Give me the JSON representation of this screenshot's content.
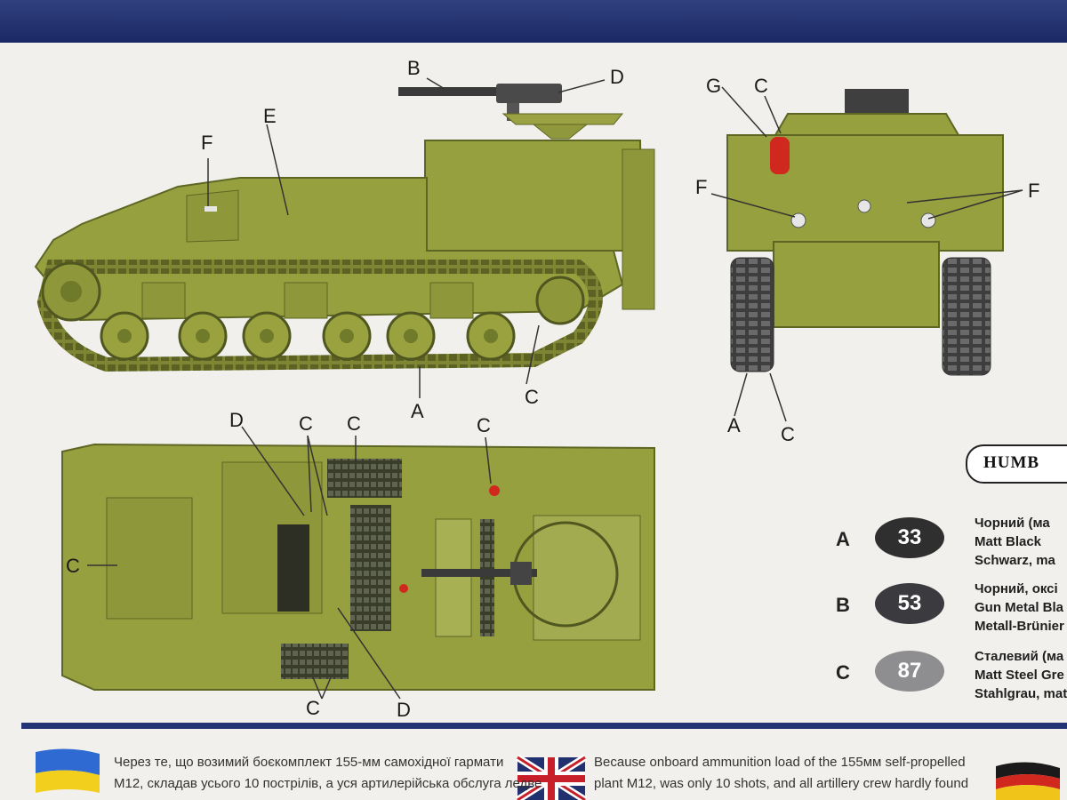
{
  "colors": {
    "hull": "#97a03e",
    "hull_dark": "#6f7a2a",
    "hull_light": "#b0b85a",
    "band": "#233476",
    "paint_33": "#2f2f2f",
    "paint_53": "#3b3b3f",
    "paint_87": "#8e8e91",
    "red": "#d0281e"
  },
  "side_view_labels": {
    "b": "B",
    "d": "D",
    "e": "E",
    "f": "F",
    "a": "A",
    "c": "C"
  },
  "rear_view_labels": {
    "g": "G",
    "c_top": "C",
    "f_left": "F",
    "f_right": "F",
    "a": "A",
    "c_bottom": "C"
  },
  "top_view_labels": {
    "d_top": "D",
    "c_top_1": "C",
    "c_top_2": "C",
    "c_top_3": "C",
    "c_left": "C",
    "c_bottom": "C",
    "d_bottom": "D"
  },
  "brand_name": "HUMB",
  "paint_legend": [
    {
      "letter": "A",
      "number": "33",
      "names": [
        "Чорний (ма",
        "Matt Black",
        "Schwarz, ma"
      ]
    },
    {
      "letter": "B",
      "number": "53",
      "names": [
        "Чорний, оксі",
        "Gun Metal Bla",
        "Metall-Brünier"
      ]
    },
    {
      "letter": "C",
      "number": "87",
      "names": [
        "Сталевий (ма",
        "Matt Steel Gre",
        "Stahlgrau, mat"
      ]
    }
  ],
  "footer": {
    "ukrainian_line_1": "Через те, що возимий боєкомплект 155-мм самохідної гармати",
    "ukrainian_line_2": "М12, складав усього 10 пострілів, а уся артилерійська обслуга ледве",
    "english_line_1": "Because onboard ammunition load of the 155мм self-propelled",
    "english_line_2": "plant M12, was only 10 shots, and all artillery crew  hardly  found"
  },
  "icons": [
    "ukraine-flag-icon",
    "uk-flag-icon",
    "germany-flag-icon"
  ]
}
